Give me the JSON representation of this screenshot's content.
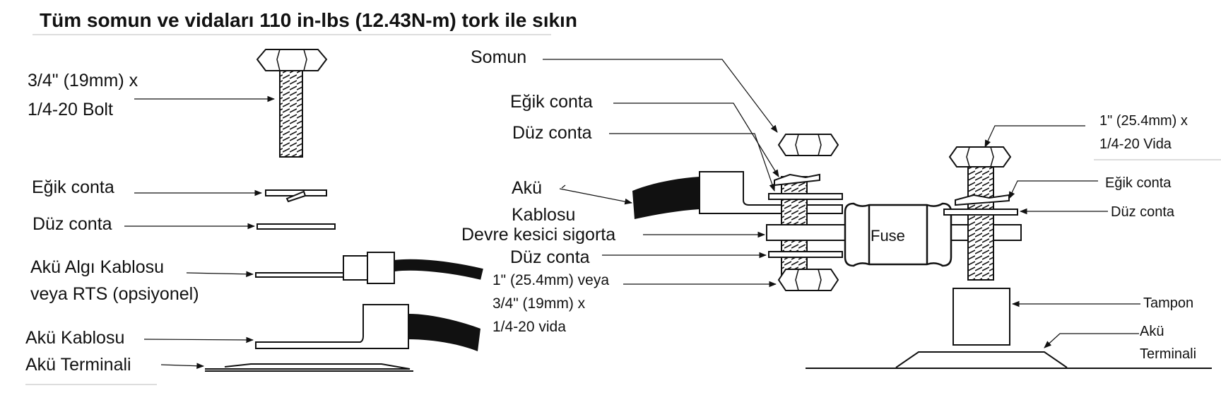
{
  "title": "Tüm somun ve vidaları 110 in-lbs (12.43N-m) tork ile sıkın",
  "left": {
    "bolt_line1": "3/4\" (19mm) x",
    "bolt_line2": "1/4-20 Bolt",
    "lock_washer": "Eğik conta",
    "flat_washer": "Düz conta",
    "sense_line1": "Akü Algı Kablosu",
    "sense_line2": "veya RTS (opsiyonel)",
    "battery_cable": "Akü Kablosu",
    "battery_terminal": "Akü Terminali"
  },
  "middle": {
    "nut": "Somun",
    "lock_washer": "Eğik conta",
    "flat_washer": "Düz conta",
    "cable_line1": "Akü",
    "cable_line2": "Kablosu",
    "breaker": "Devre kesici sigorta",
    "flat_washer2": "Düz conta",
    "screw_line1": "1\" (25.4mm) veya",
    "screw_line2": "3/4\" (19mm) x",
    "screw_line3": "1/4-20 vida"
  },
  "right": {
    "screw_line1": "1\" (25.4mm) x",
    "screw_line2": "1/4-20 Vida",
    "lock_washer": "Eğik conta",
    "flat_washer": "Düz conta",
    "spacer": "Tampon",
    "terminal_line1": "Akü",
    "terminal_line2": "Terminali"
  },
  "fuse_label": "Fuse"
}
